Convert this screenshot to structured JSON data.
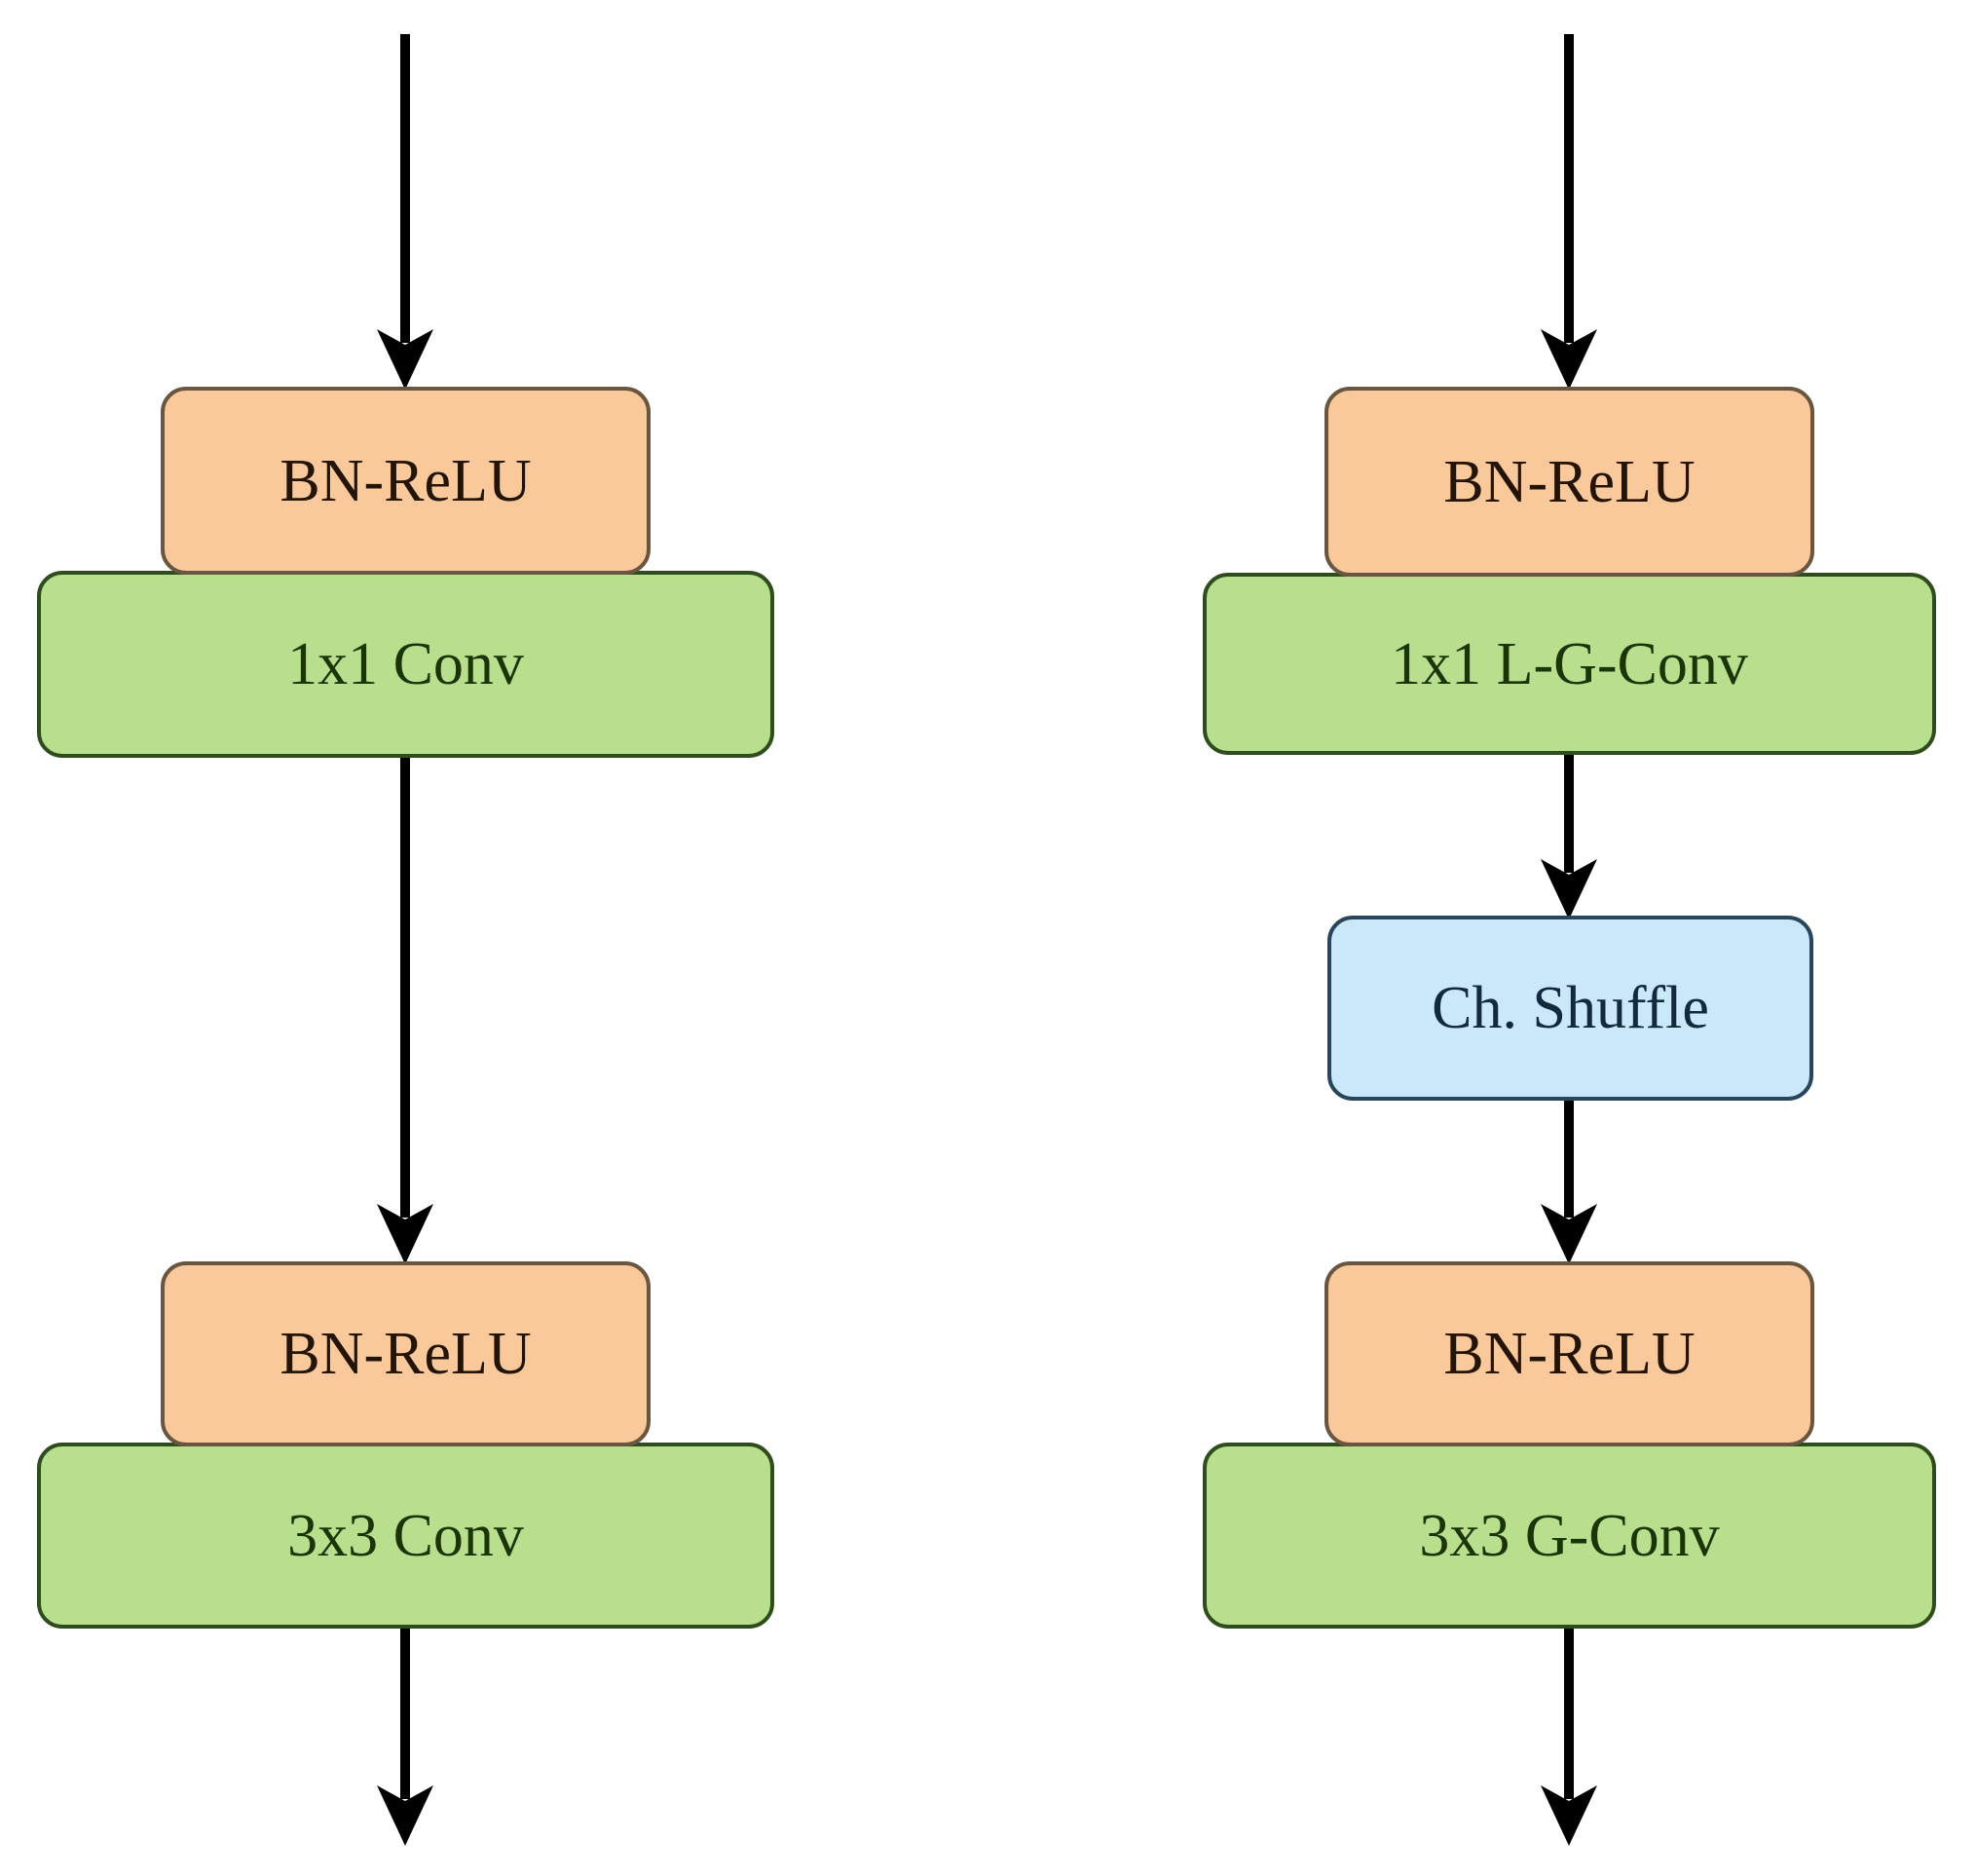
{
  "colors": {
    "background": "#FFFFFF",
    "arrow": "#000000",
    "bn-relu-fill": "#F9C99C",
    "bn-relu-border": "#6A5540",
    "bn-relu-text": "#241405",
    "conv-fill": "#B7DF8E",
    "conv-border": "#2F4D1C",
    "conv-text": "#1B3507",
    "shuffle-fill": "#CBE7FA",
    "shuffle-border": "#28455C",
    "shuffle-text": "#12293E"
  },
  "left_block": {
    "bn_relu_1": "BN-ReLU",
    "conv_1x1": "1x1 Conv",
    "bn_relu_2": "BN-ReLU",
    "conv_3x3": "3x3 Conv"
  },
  "right_block": {
    "bn_relu_1": "BN-ReLU",
    "lg_conv_1x1": "1x1 L-G-Conv",
    "ch_shuffle": "Ch. Shuffle",
    "bn_relu_2": "BN-ReLU",
    "g_conv_3x3": "3x3 G-Conv"
  }
}
